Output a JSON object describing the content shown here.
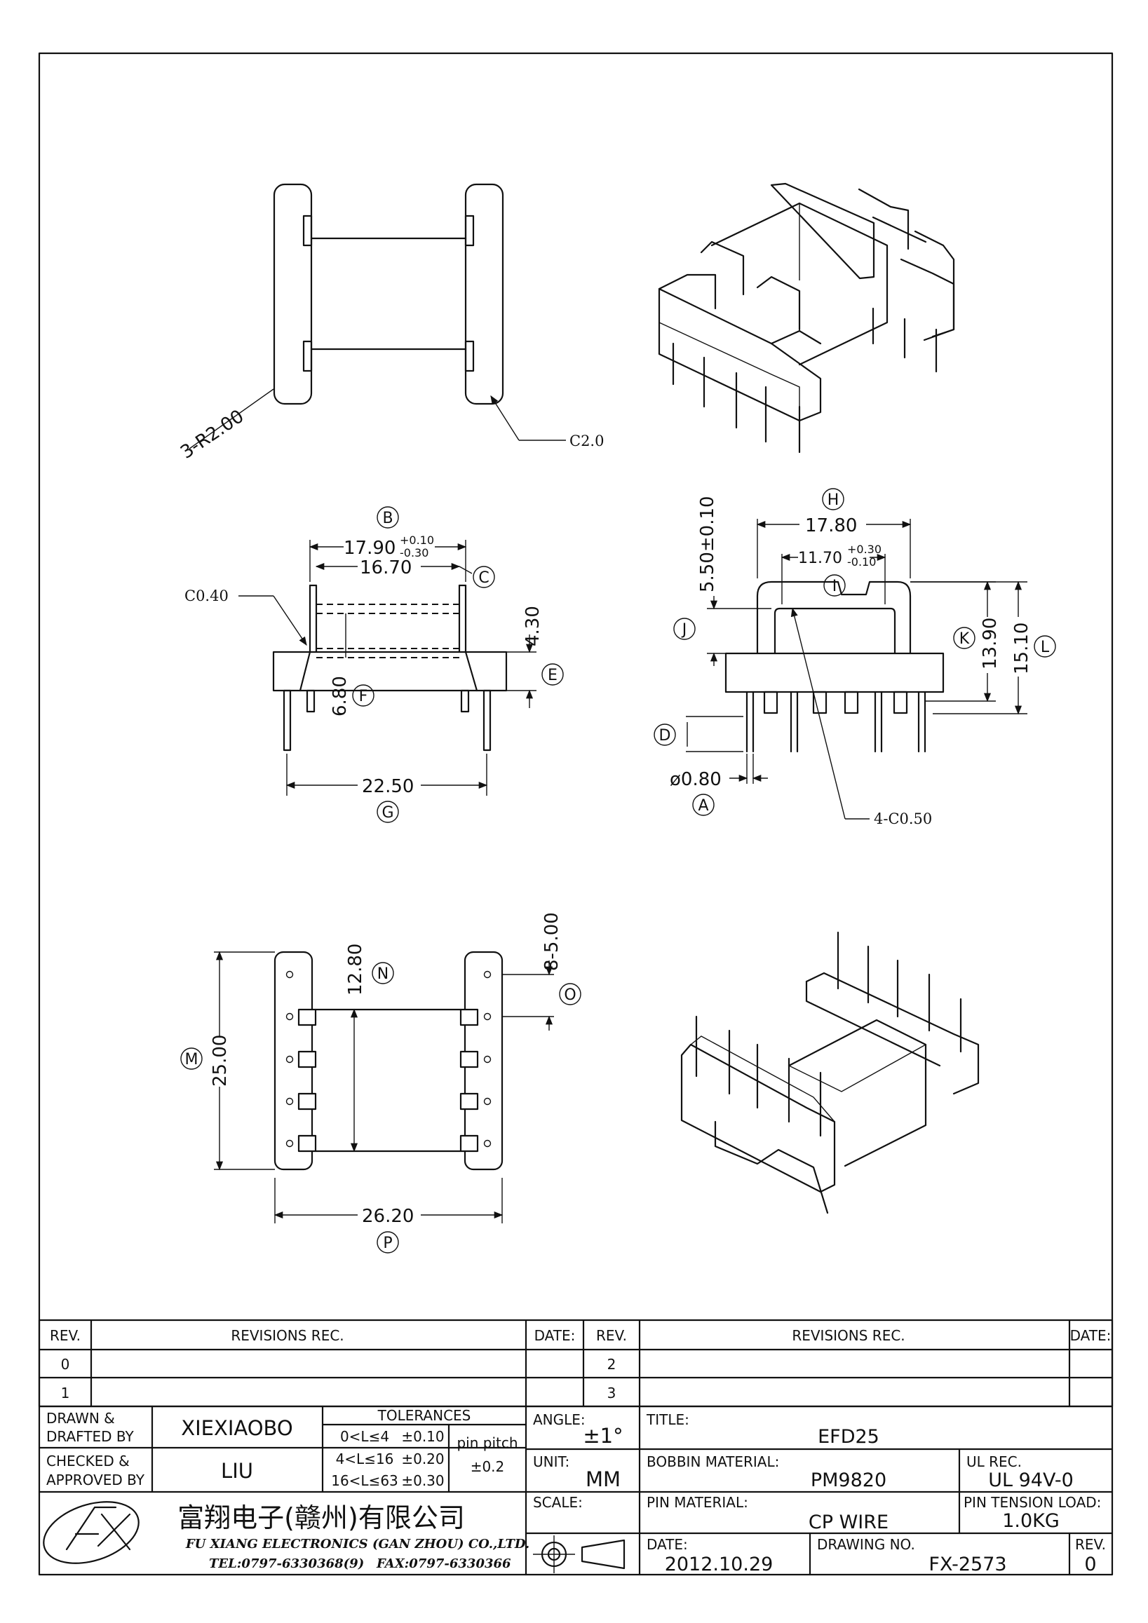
{
  "dims": {
    "r200": "3-R2.00",
    "c20": "C2.0",
    "b": "17.90",
    "b_tol_plus": "+0.10",
    "b_tol_minus": "-0.30",
    "c": "16.70",
    "c040": "C0.40",
    "e": "4.30",
    "f": "6.80",
    "g": "22.50",
    "h": "17.80",
    "i": "11.70",
    "i_tol_plus": "+0.30",
    "i_tol_minus": "-0.10",
    "j": "5.50±0.10",
    "k": "13.90",
    "l": "15.10",
    "a": "ø0.80",
    "c050": "4-C0.50",
    "m": "25.00",
    "n": "12.80",
    "o": "8-5.00",
    "p": "26.20"
  },
  "balloons": {
    "a": "A",
    "b": "B",
    "c": "C",
    "d": "D",
    "e": "E",
    "f": "F",
    "g": "G",
    "h": "H",
    "i": "I",
    "j": "J",
    "k": "K",
    "l": "L",
    "m": "M",
    "n": "N",
    "o": "O",
    "p": "P"
  },
  "revisions": {
    "h_rev": "REV.",
    "h_revisions": "REVISIONS   REC.",
    "h_date": "DATE:",
    "rows_left": [
      "0",
      "1"
    ],
    "rows_right": [
      "2",
      "3"
    ]
  },
  "title_block": {
    "drawn_label": "DRAWN  &\nDRAFTED  BY",
    "drawn_label_1": "DRAWN  &",
    "drawn_label_2": "DRAFTED  BY",
    "drawn_value": "XIEXIAOBO",
    "checked_label_1": "CHECKED  &",
    "checked_label_2": "APPROVED  BY",
    "checked_value": "LIU",
    "tolerances_label": "TOLERANCES",
    "tol_rows": [
      {
        "range": "0<L≤4",
        "value": "±0.10"
      },
      {
        "range": "4<L≤16",
        "value": "±0.20"
      },
      {
        "range": "16<L≤63",
        "value": "±0.30"
      }
    ],
    "pin_pitch_label": "pin  pitch",
    "pin_pitch_value": "±0.2",
    "angle_label": "ANGLE:",
    "angle_value": "±1°",
    "unit_label": "UNIT:",
    "unit_value": "MM",
    "scale_label": "SCALE:",
    "title_label": "TITLE:",
    "title_value": "EFD25",
    "bobbin_label": "BOBBIN  MATERIAL:",
    "bobbin_value": "PM9820",
    "ul_label": "UL  REC.",
    "ul_value": "UL  94V-0",
    "pin_mat_label": "PIN  MATERIAL:",
    "pin_mat_value": "CP  WIRE",
    "pin_tension_label": "PIN  TENSION  LOAD:",
    "pin_tension_value": "1.0KG",
    "date_label": "DATE:",
    "date_value": "2012.10.29",
    "drawing_no_label": "DRAWING  NO.",
    "drawing_no_value": "FX-2573",
    "rev_label": "REV.",
    "rev_value": "0",
    "company_cn": "富翔电子(赣州)有限公司",
    "company_en": "FU XIANG ELECTRONICS (GAN ZHOU) CO.,LTD.",
    "tel": "TEL:0797-6330368(9)",
    "fax": "FAX:0797-6330366"
  }
}
